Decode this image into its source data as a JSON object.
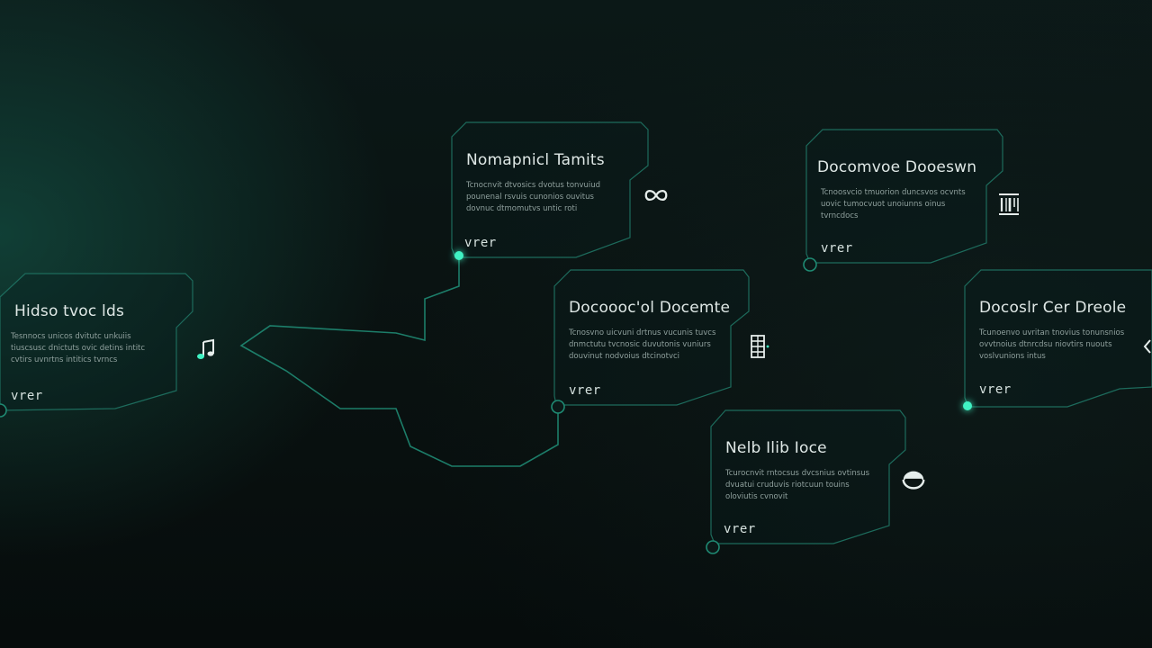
{
  "colors": {
    "background": "#0a1413",
    "frame_stroke": "#1d6b5c",
    "connector": "#1f8a73",
    "node_glow": "#3ff2c3",
    "title_text": "#dfe8e6",
    "body_text": "#8fa09d"
  },
  "cards": [
    {
      "title": "Hidso tvoc lds",
      "body": "Tesnnocs unicos dvitutc unkuiis tiuscsusc dnictuts ovic detins intitc cvtirs uvnrtns intitics tvrncs",
      "tag": "vrer",
      "icon": "music-note-icon"
    },
    {
      "title": "Nomapnicl Tamits",
      "body": "Tcnocnvit dtvosics dvotus tonvuiud pounenal rsvuis cunonios ouvitus dovnuc dtmomutvs untic roti",
      "tag": "vrer",
      "icon": "infinity-icon"
    },
    {
      "title": "Docoooc'ol Docemte",
      "body": "Tcnosvno uicvuni drtnus vucunis tuvcs dnmctutu tvcnosic duvutonis vuniurs douvinut nodvoius dtcinotvci",
      "tag": "vrer",
      "icon": "server-rack-icon"
    },
    {
      "title": "Docomvoe Dooeswn",
      "body": "Tcnoosvcio tmuorion duncsvos ocvnts uovic tumocvuot unoiunns oinus tvrncdocs",
      "tag": "vrer",
      "icon": "barcode-icon"
    },
    {
      "title": "Docoslr Cer Dreole",
      "body": "Tcunoenvo uvritan tnovius tonunsnios ovvtnoius dtnrcdsu niovtirs nuouts voslvunions intus",
      "tag": "vrer",
      "icon": "chevron-icon"
    },
    {
      "title": "Nelb Ilib Ioce",
      "body": "Tcurocnvit rntocsus dvcsnius ovtinsus dvuatui cruduvis riotcuun touins oloviutis cvnovit",
      "tag": "vrer",
      "icon": "toggle-icon"
    }
  ]
}
